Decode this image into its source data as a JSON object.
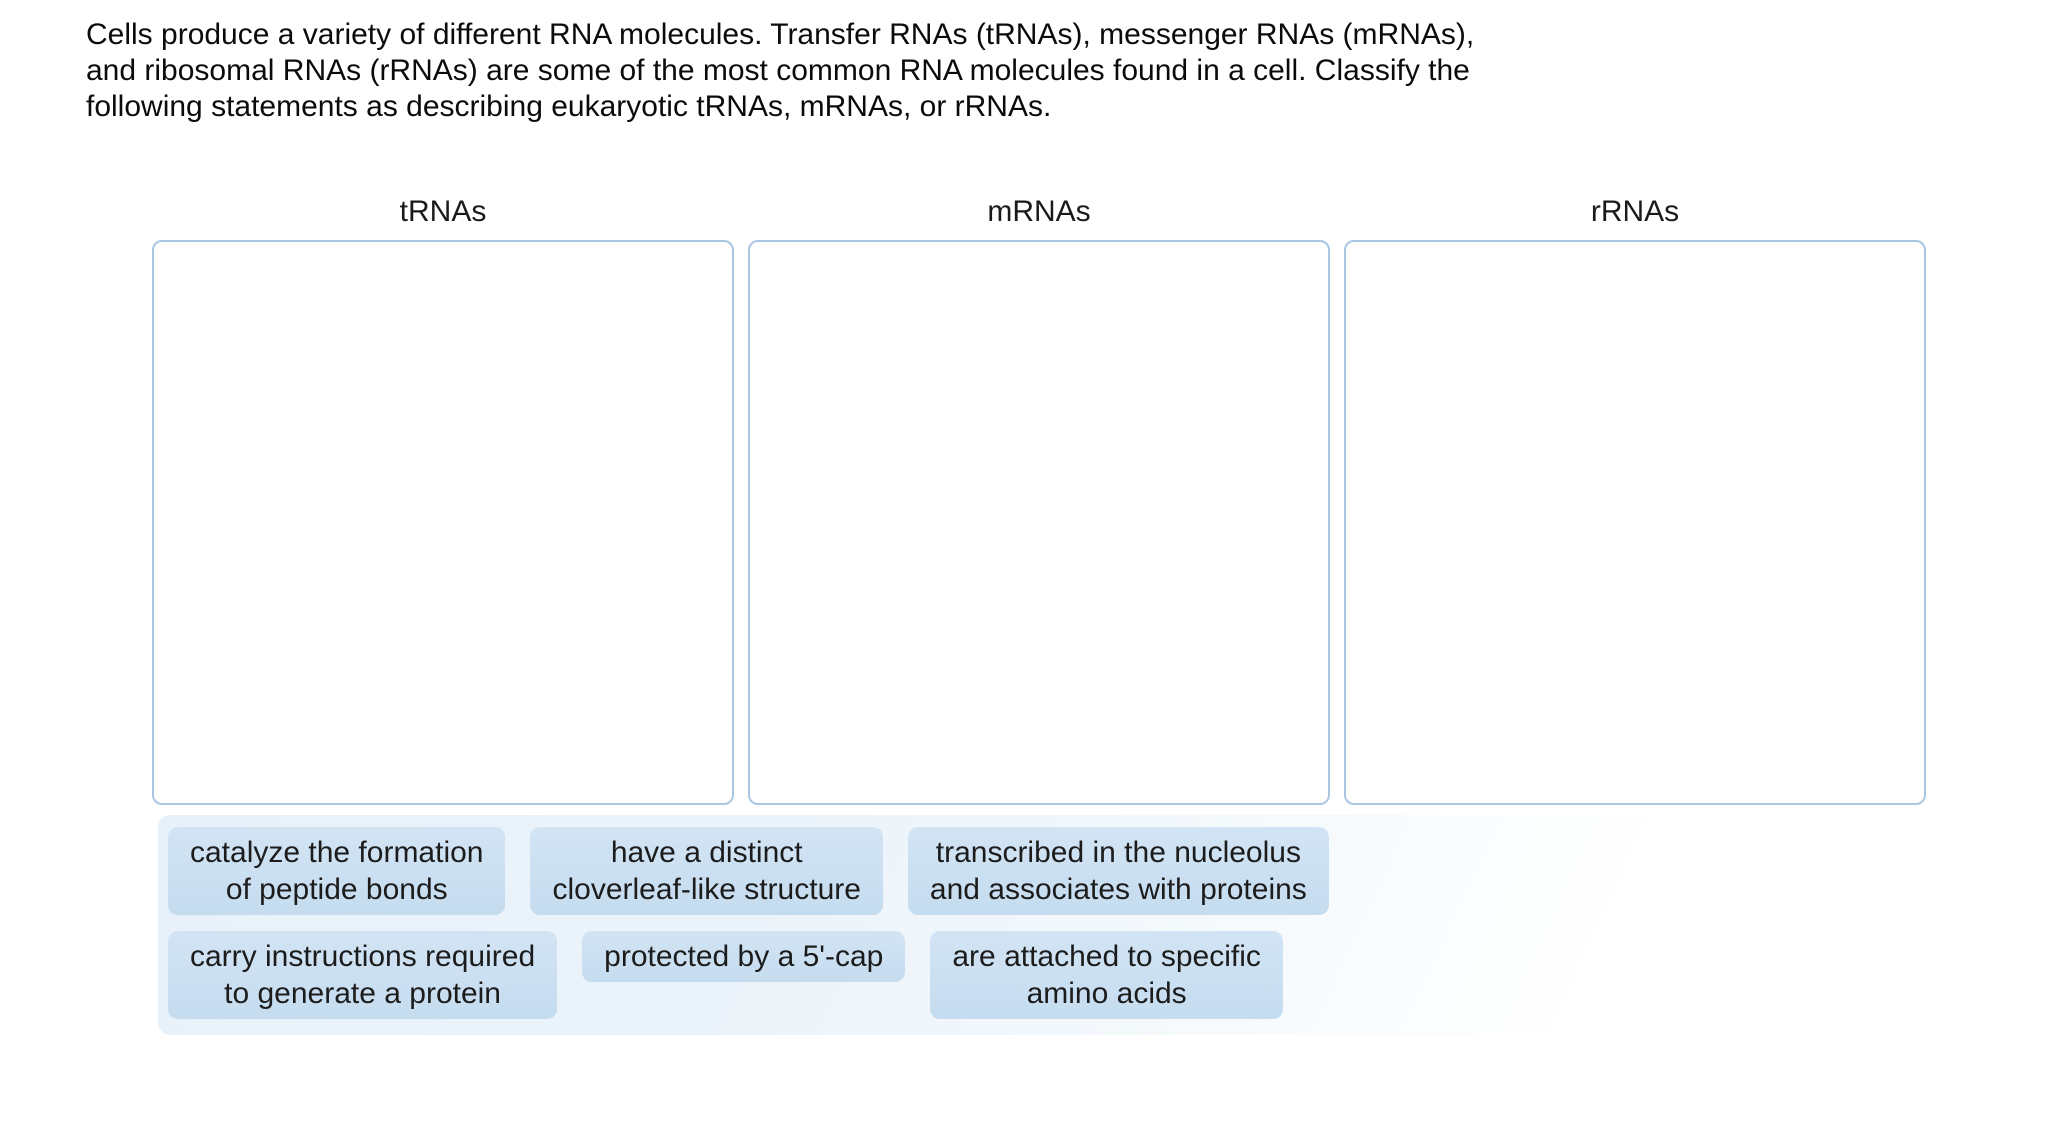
{
  "prompt": {
    "lines": [
      "Cells produce a variety of different RNA molecules. Transfer RNAs (tRNAs), messenger RNAs (mRNAs),",
      "and ribosomal RNAs (rRNAs) are some of the most common RNA molecules found in a cell. Classify the",
      "following statements as describing eukaryotic tRNAs, mRNAs, or rRNAs."
    ],
    "full_text": "Cells produce a variety of different RNA molecules. Transfer RNAs (tRNAs), messenger RNAs (mRNAs), and ribosomal RNAs (rRNAs) are some of the most common RNA molecules found in a cell. Classify the following statements as describing eukaryotic tRNAs, mRNAs, or rRNAs."
  },
  "categories": [
    {
      "id": "trnas",
      "label": "tRNAs"
    },
    {
      "id": "mrnas",
      "label": "mRNAs"
    },
    {
      "id": "rrnas",
      "label": "rRNAs"
    }
  ],
  "chips": {
    "rows": [
      [
        {
          "lines": [
            "catalyze the formation",
            "of peptide bonds"
          ],
          "full_text": "catalyze the formation of peptide bonds"
        },
        {
          "lines": [
            "have a distinct",
            "cloverleaf-like structure"
          ],
          "full_text": "have a distinct cloverleaf-like structure"
        },
        {
          "lines": [
            "transcribed in the nucleolus",
            "and associates with proteins"
          ],
          "full_text": "transcribed in the nucleolus and associates with proteins"
        }
      ],
      [
        {
          "lines": [
            "carry instructions required",
            "to generate a protein"
          ],
          "full_text": "carry instructions required to generate a protein"
        },
        {
          "lines": [
            "protected by a 5'-cap"
          ],
          "full_text": "protected by a 5'-cap"
        },
        {
          "lines": [
            "are attached to specific",
            "amino acids"
          ],
          "full_text": "are attached to specific amino acids"
        }
      ]
    ]
  },
  "colors": {
    "page_background": "#ffffff",
    "drop_zone_border": "#a9c7e3",
    "drop_zone_fill": "#ffffff",
    "chip_fill": "#c8ddef",
    "tray_fill": "#e8f1f9",
    "text": "#0b0b0b"
  }
}
